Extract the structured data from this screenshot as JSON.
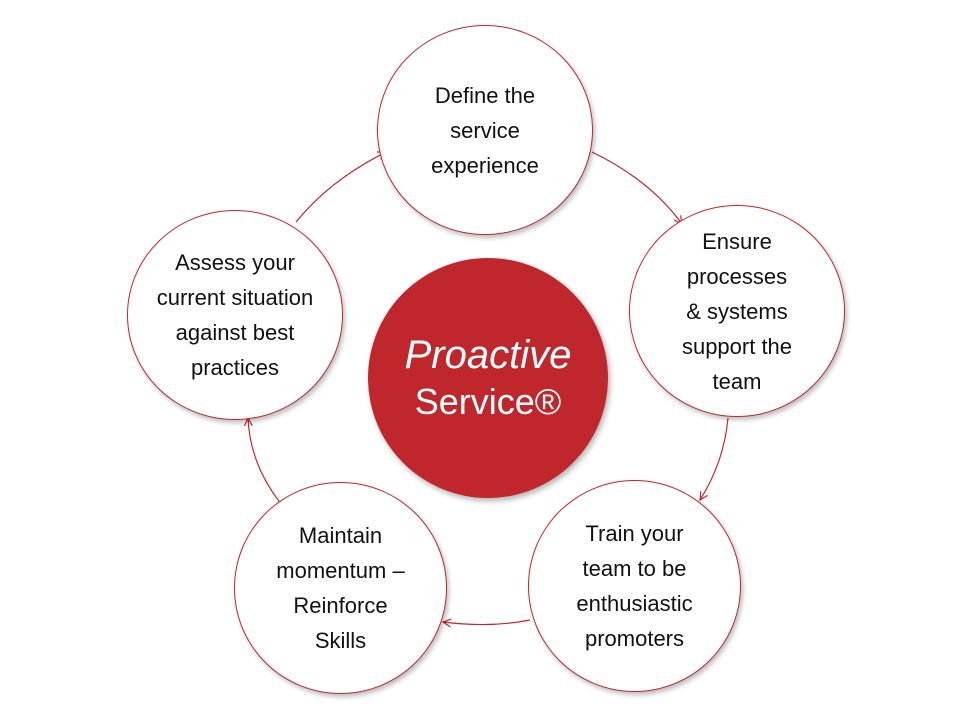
{
  "diagram": {
    "center": {
      "title": "Proactive",
      "subtitle": "Service®"
    },
    "nodes": [
      {
        "id": "define",
        "label": "Define the\nservice\nexperience"
      },
      {
        "id": "ensure",
        "label": "Ensure\nprocesses\n& systems\nsupport the\nteam"
      },
      {
        "id": "train",
        "label": "Train your\nteam to be\nenthusiastic\npromoters"
      },
      {
        "id": "maintain",
        "label": "Maintain\nmomentum  –\nReinforce\nSkills"
      },
      {
        "id": "assess",
        "label": "Assess your\ncurrent situation\nagainst best\npractices"
      }
    ],
    "colors": {
      "accent": "#c0272d",
      "node_fill": "#ffffff",
      "text": "#111111"
    }
  }
}
